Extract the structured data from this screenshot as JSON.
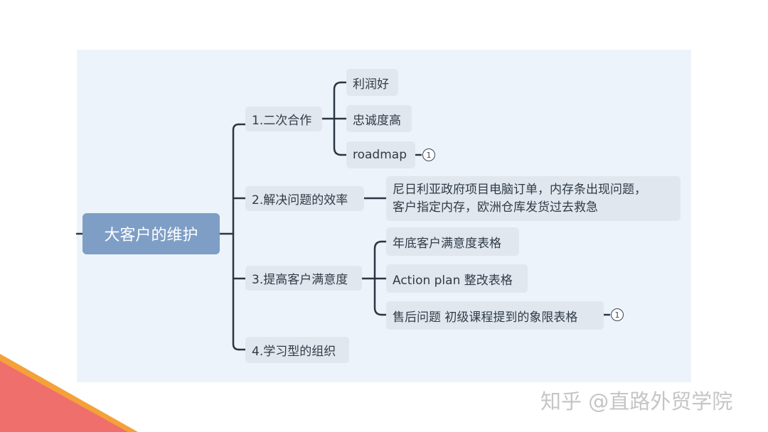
{
  "mindmap": {
    "root": "大客户的维护",
    "branches": [
      {
        "label": "1.二次合作",
        "children": [
          {
            "label": "利润好"
          },
          {
            "label": "忠诚度高"
          },
          {
            "label": "roadmap",
            "badge": "1"
          }
        ]
      },
      {
        "label": "2.解决问题的效率",
        "children": [
          {
            "lines": [
              "尼日利亚政府项目电脑订单，内存条出现问题，",
              "客户指定内存，欧洲仓库发货过去救急"
            ]
          }
        ]
      },
      {
        "label": "3.提高客户满意度",
        "children": [
          {
            "label": "年底客户满意度表格"
          },
          {
            "label": "Action plan 整改表格"
          },
          {
            "label": "售后问题 初级课程提到的象限表格",
            "badge": "1"
          }
        ]
      },
      {
        "label": "4.学习型的组织",
        "children": []
      }
    ]
  },
  "watermark": "知乎 @直路外贸学院",
  "colors": {
    "canvas_bg": "#edf3fa",
    "root_bg": "#7e9ec6",
    "node_bg": "#e1e7ee",
    "connector": "#2b3644",
    "corner_red": "#ef6f6c",
    "corner_orange": "#f4a13a"
  }
}
